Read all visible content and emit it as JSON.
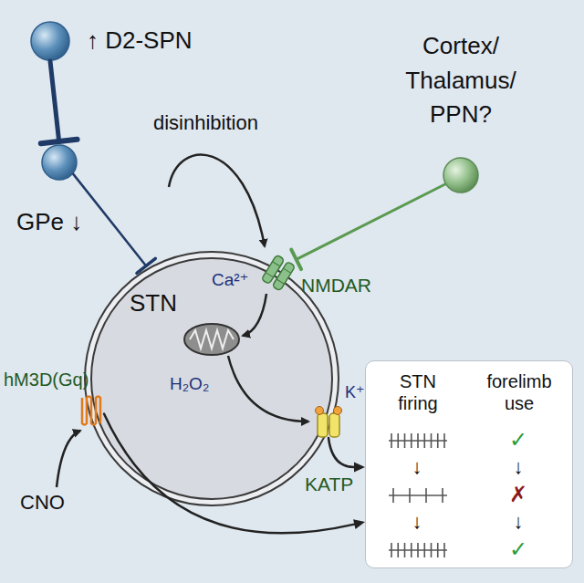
{
  "diagram": {
    "nodes": [
      {
        "text": [
          "↑ D2-SPN"
        ]
      },
      {
        "text": [
          "GPe ↓"
        ]
      },
      {
        "text": [
          "Cortex/ Thalamus/ PPN?"
        ]
      },
      {
        "text": [
          "STN"
        ]
      },
      {
        "text": [
          "NMDAR"
        ]
      },
      {
        "text": [
          "KATP"
        ]
      },
      {
        "text": [
          "hM3D(Gq)"
        ]
      },
      {
        "text": [
          "STN firing",
          "forelimb use"
        ]
      }
    ],
    "edges": [
      {
        "from": 0,
        "to": 1,
        "arrow": "to"
      },
      {
        "from": 1,
        "to": 3,
        "arrow": "to"
      },
      {
        "from": 2,
        "to": 4,
        "arrow": "to"
      },
      {
        "from": 5,
        "to": 7,
        "arrow": "to"
      },
      {
        "from": 6,
        "to": 7,
        "arrow": "to"
      }
    ],
    "labels": [
      "disinhibition",
      "Ca²⁺",
      "H₂O₂",
      "K⁺",
      "CNO",
      "✓",
      "↓",
      "↓",
      "✗",
      "↓",
      "↓",
      "✓"
    ]
  }
}
